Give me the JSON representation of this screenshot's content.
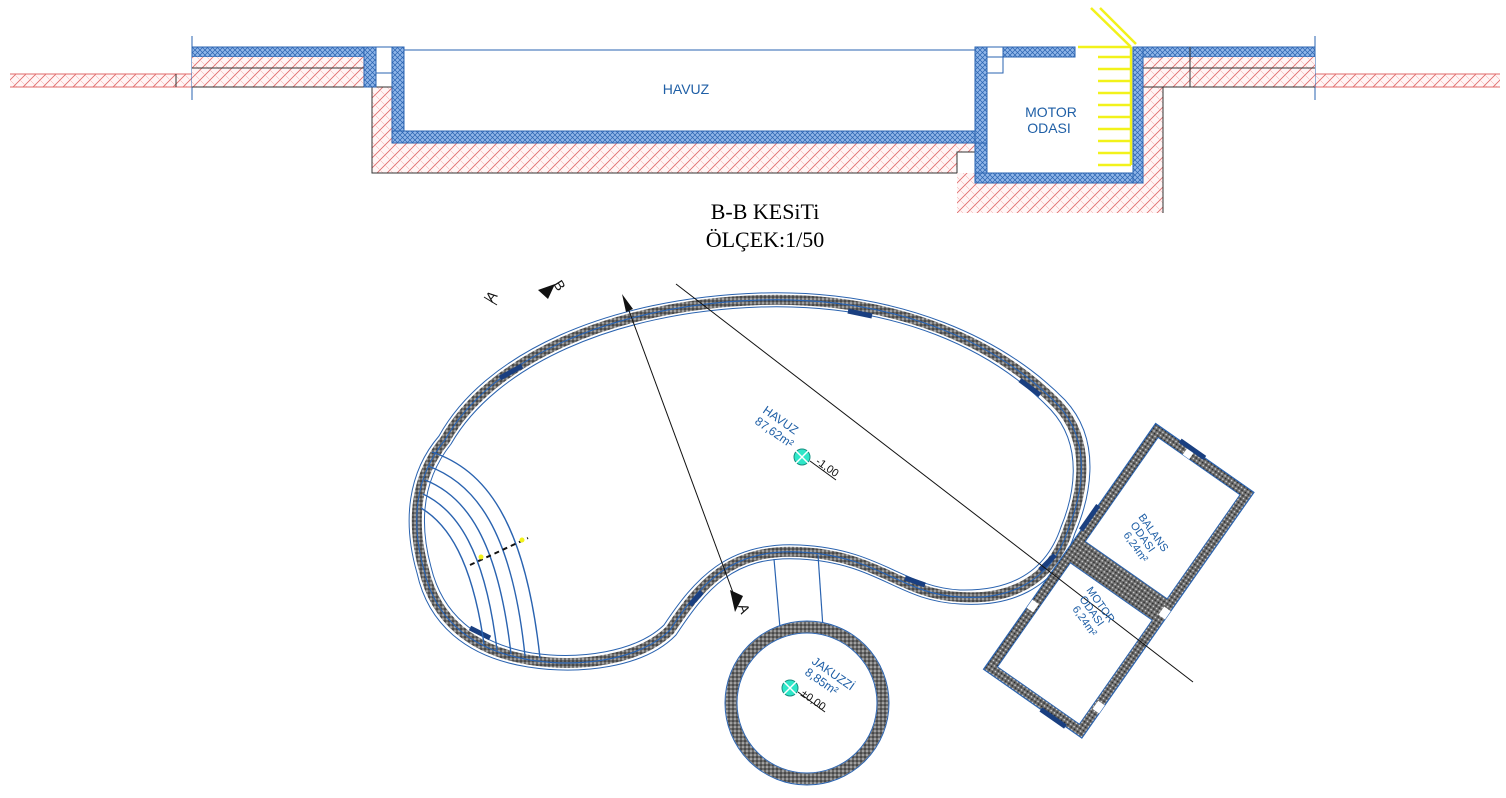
{
  "section": {
    "pool_label": "HAVUZ",
    "motor_room_label_line1": "MOTOR",
    "motor_room_label_line2": "ODASI",
    "title": "B-B  KESiTi",
    "scale": "ÖLÇEK:1/50"
  },
  "plan": {
    "section_marker_a_top": "A",
    "section_marker_b": "B",
    "section_marker_a_bottom": "A",
    "pool_name": "HAVUZ",
    "pool_area": "87,62m²",
    "pool_level": "-1,00",
    "jacuzzi_name": "JAKUZZİ",
    "jacuzzi_area": "8,85m²",
    "jacuzzi_level": "±0,00",
    "balance_room_line1": "BALANS",
    "balance_room_line2": "ODASI",
    "balance_room_area": "6,24m²",
    "motor_room_line1": "MOTOR",
    "motor_room_line2": "ODASI",
    "motor_room_area": "6,24m²"
  },
  "colors": {
    "wall_blue": "#2a63b0",
    "soil_red": "#e06a6a",
    "stair_yellow": "#f2f21a",
    "level_marker_cyan": "#2ee6c8",
    "label_blue": "#1f5fa6"
  }
}
